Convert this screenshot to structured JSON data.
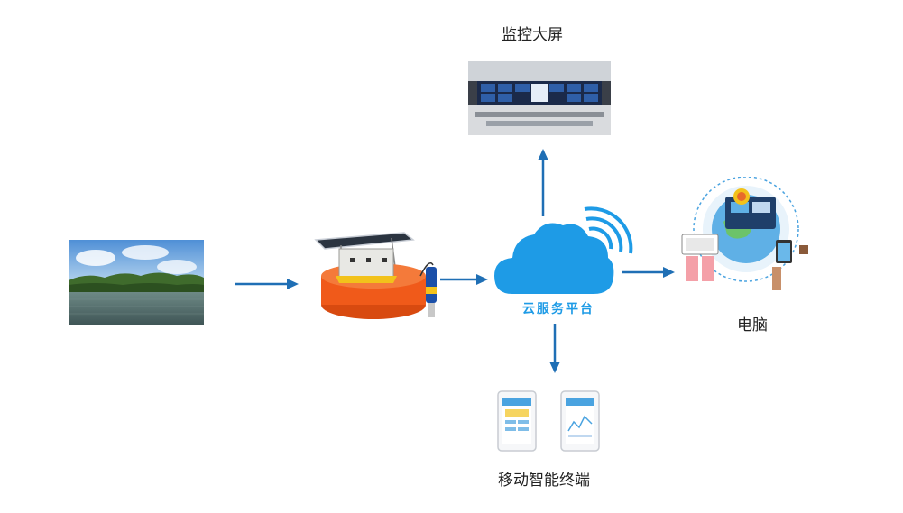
{
  "labels": {
    "monitor_screen": "监控大屏",
    "cloud_platform": "云服务平台",
    "computer": "电脑",
    "mobile_terminal": "移动智能终端"
  },
  "colors": {
    "arrow": "#1f6fb5",
    "cloud": "#1e9be6",
    "buoy": "#f05a1a",
    "wifi": "#1e9be6"
  }
}
